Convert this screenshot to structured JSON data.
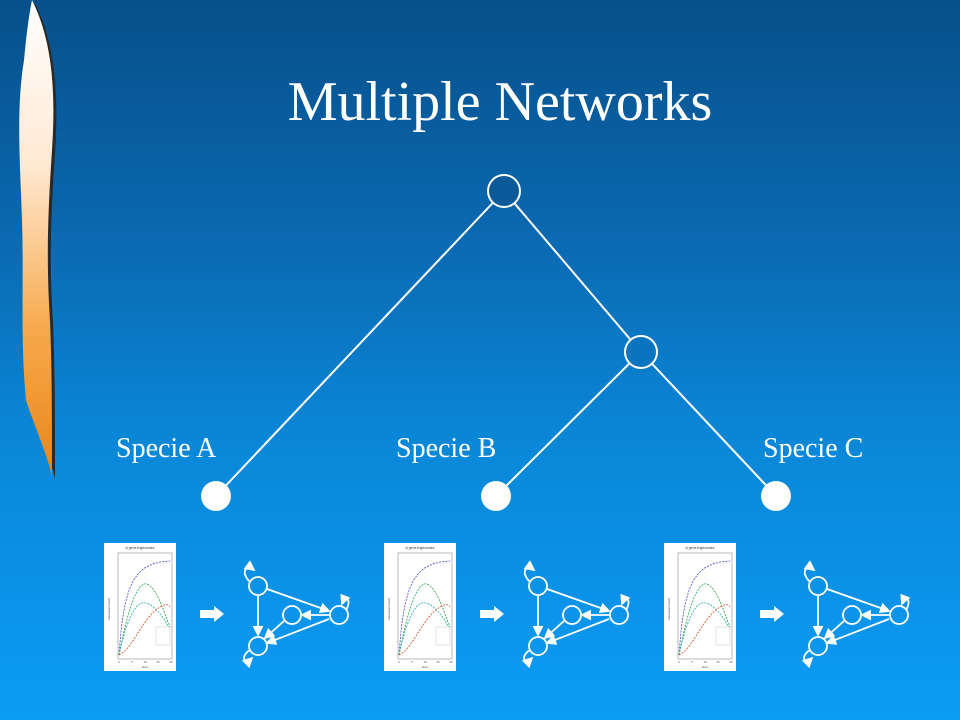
{
  "slide": {
    "title": "Multiple Networks",
    "species": [
      {
        "label": "Specie A"
      },
      {
        "label": "Specie B"
      },
      {
        "label": "Specie C"
      }
    ],
    "plot_thumbnail": {
      "title": "A gene trajectories",
      "xlabel": "time",
      "ylabel": "expression level",
      "x_ticks": [
        "0",
        "5",
        "10",
        "15",
        "20"
      ]
    },
    "colors": {
      "background_top": "#07508a",
      "background_bottom": "#0b9cf6",
      "line": "#ffffff",
      "flame_orange": "#f5a23a"
    },
    "icons": [
      "flame-decoration-icon",
      "right-arrow-icon",
      "gene-network-icon",
      "line-plot-thumbnail"
    ]
  }
}
